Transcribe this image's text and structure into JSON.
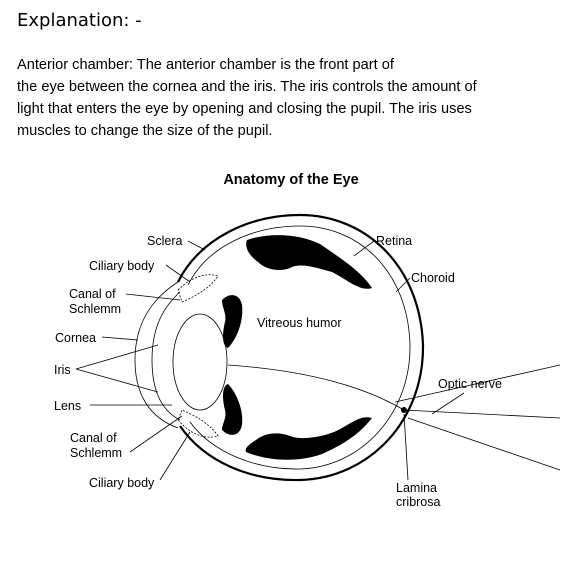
{
  "heading": "Explanation: -",
  "paragraph_lines": [
    "Anterior chamber: The anterior chamber is the front part of",
    "the eye between the cornea and the iris. The iris controls the amount of",
    "light that enters the eye by opening and closing the pupil. The iris uses",
    "muscles to change the size of the pupil."
  ],
  "diagram": {
    "title": "Anatomy of the Eye",
    "labels": {
      "sclera": "Sclera",
      "ciliary_body_top": "Ciliary body",
      "canal_schlemm_top_1": "Canal of",
      "canal_schlemm_top_2": "Schlemm",
      "cornea": "Cornea",
      "iris": "Iris",
      "lens": "Lens",
      "canal_schlemm_bottom_1": "Canal of",
      "canal_schlemm_bottom_2": "Schlemm",
      "ciliary_body_bottom": "Ciliary body",
      "retina": "Retina",
      "choroid": "Choroid",
      "vitreous_humor": "Vitreous humor",
      "optic_nerve": "Optic nerve",
      "lamina_1": "Lamina",
      "lamina_2": "cribrosa"
    }
  }
}
